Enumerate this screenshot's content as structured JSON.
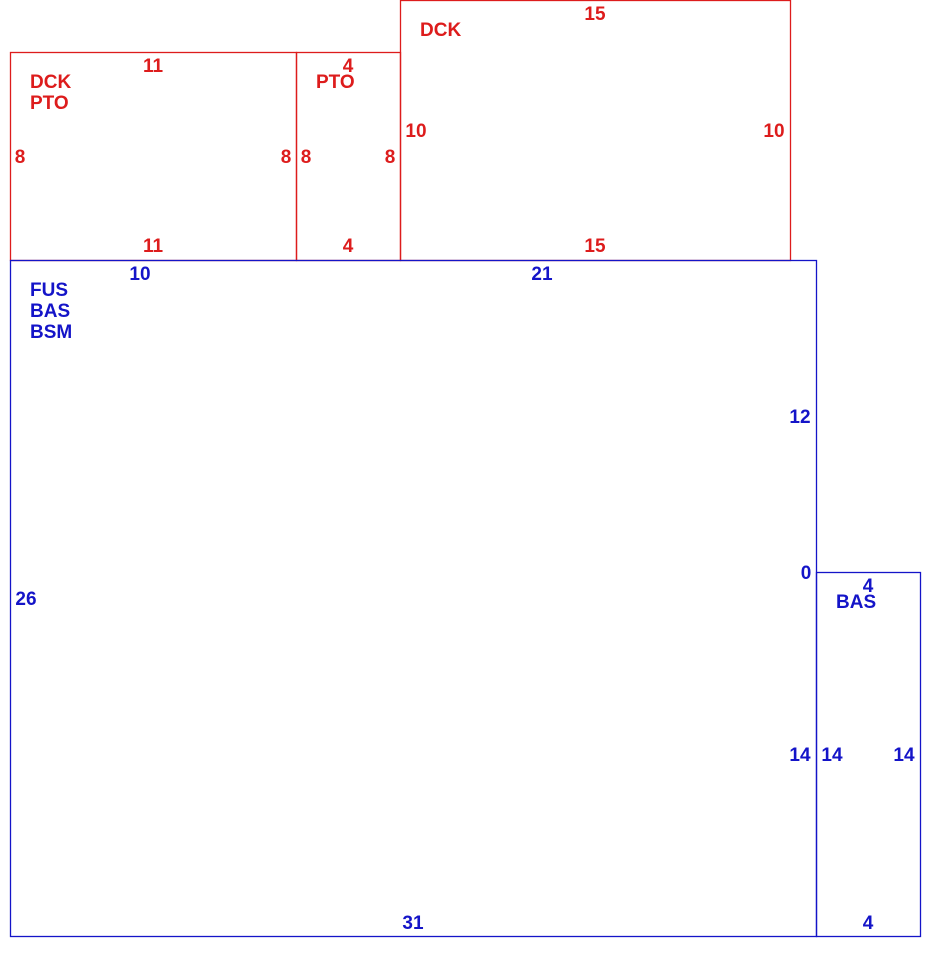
{
  "colors": {
    "upper": "#dd1c1c",
    "lower": "#1414c8"
  },
  "rooms": [
    {
      "id": "dck-pto",
      "codes": [
        "DCK",
        "PTO"
      ],
      "top": "11",
      "bottom": "11",
      "left": "8",
      "right": "8"
    },
    {
      "id": "pto",
      "codes": [
        "PTO"
      ],
      "top": "4",
      "bottom": "4",
      "left": "8",
      "right": "8"
    },
    {
      "id": "dck",
      "codes": [
        "DCK"
      ],
      "top": "15",
      "bottom": "15",
      "left": "10",
      "right": "10"
    },
    {
      "id": "main",
      "codes": [
        "FUS",
        "BAS",
        "BSM"
      ],
      "top_a": "10",
      "top_b": "21",
      "right_upper": "12",
      "step": "0",
      "right_lower": "14",
      "bottom": "31",
      "left": "26"
    },
    {
      "id": "bas-annex",
      "codes": [
        "BAS"
      ],
      "top": "4",
      "bottom": "4",
      "left": "14",
      "right": "14"
    }
  ]
}
